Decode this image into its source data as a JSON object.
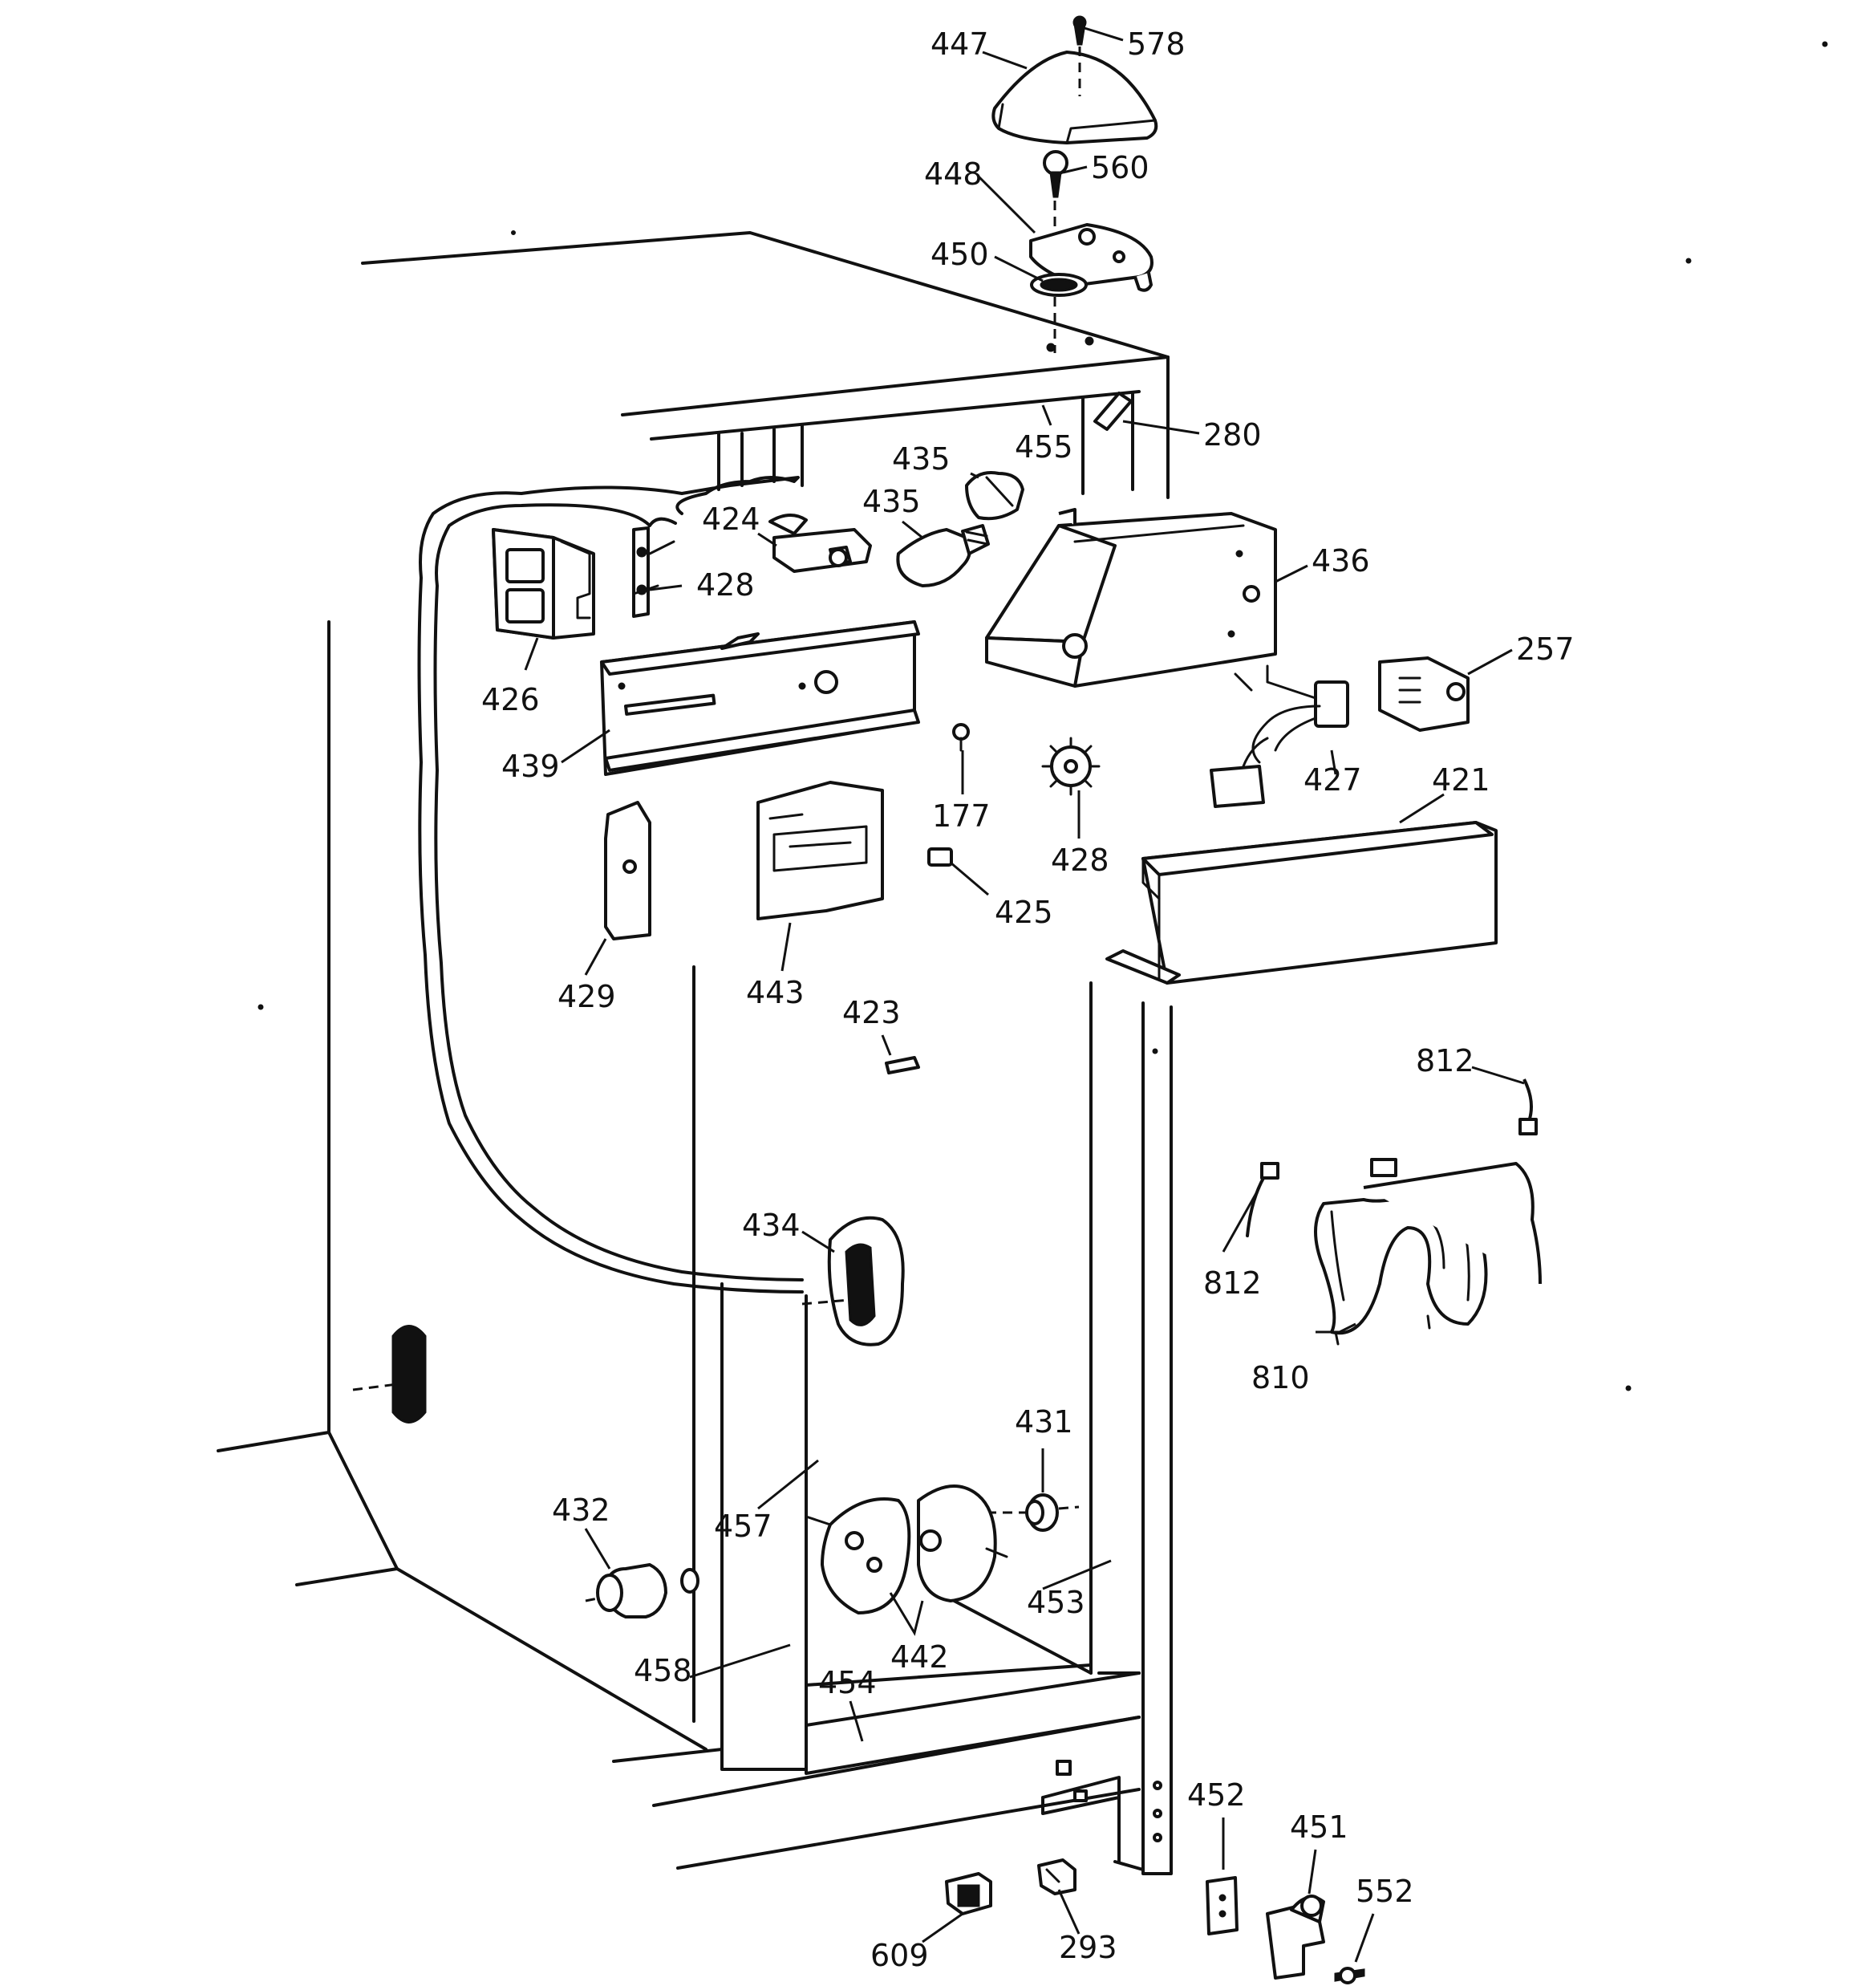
{
  "callouts": [
    {
      "id": "c578",
      "text": "578"
    },
    {
      "id": "c447",
      "text": "447"
    },
    {
      "id": "c560",
      "text": "560"
    },
    {
      "id": "c448",
      "text": "448"
    },
    {
      "id": "c450",
      "text": "450"
    },
    {
      "id": "c280",
      "text": "280"
    },
    {
      "id": "c455",
      "text": "455"
    },
    {
      "id": "c435a",
      "text": "435"
    },
    {
      "id": "c435b",
      "text": "435"
    },
    {
      "id": "c424",
      "text": "424"
    },
    {
      "id": "c428a",
      "text": "428"
    },
    {
      "id": "c436",
      "text": "436"
    },
    {
      "id": "c257",
      "text": "257"
    },
    {
      "id": "c426",
      "text": "426"
    },
    {
      "id": "c439",
      "text": "439"
    },
    {
      "id": "c177",
      "text": "177"
    },
    {
      "id": "c427",
      "text": "427"
    },
    {
      "id": "c421",
      "text": "421"
    },
    {
      "id": "c428b",
      "text": "428"
    },
    {
      "id": "c425",
      "text": "425"
    },
    {
      "id": "c429",
      "text": "429"
    },
    {
      "id": "c443",
      "text": "443"
    },
    {
      "id": "c423",
      "text": "423"
    },
    {
      "id": "c812a",
      "text": "812"
    },
    {
      "id": "c812b",
      "text": "812"
    },
    {
      "id": "c434",
      "text": "434"
    },
    {
      "id": "c810",
      "text": "810"
    },
    {
      "id": "c431",
      "text": "431"
    },
    {
      "id": "c432",
      "text": "432"
    },
    {
      "id": "c457",
      "text": "457"
    },
    {
      "id": "c453",
      "text": "453"
    },
    {
      "id": "c442",
      "text": "442"
    },
    {
      "id": "c458",
      "text": "458"
    },
    {
      "id": "c454",
      "text": "454"
    },
    {
      "id": "c452",
      "text": "452"
    },
    {
      "id": "c451",
      "text": "451"
    },
    {
      "id": "c552",
      "text": "552"
    },
    {
      "id": "c609",
      "text": "609"
    },
    {
      "id": "c293",
      "text": "293"
    }
  ]
}
